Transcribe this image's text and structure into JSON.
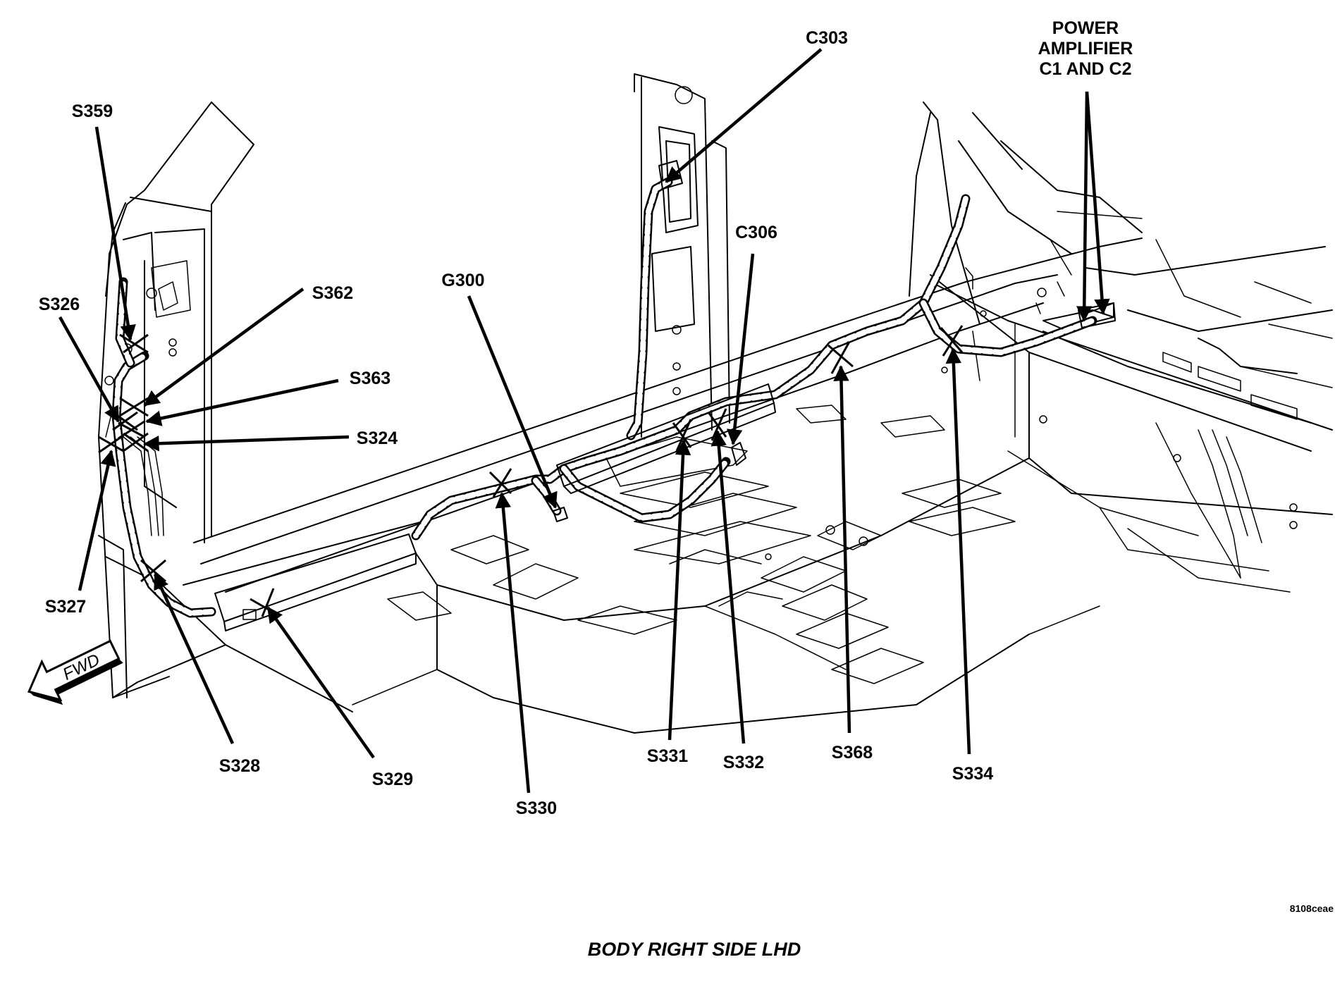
{
  "labels": {
    "C303": "C303",
    "power_amplifier": [
      "POWER",
      "AMPLIFIER",
      "C1 AND C2"
    ],
    "S359": "S359",
    "C306": "C306",
    "G300": "G300",
    "S362": "S362",
    "S326": "S326",
    "S363": "S363",
    "S324": "S324",
    "S327": "S327",
    "S328": "S328",
    "S329": "S329",
    "S330": "S330",
    "S331": "S331",
    "S332": "S332",
    "S368": "S368",
    "S334": "S334",
    "fwd": "FWD"
  },
  "figure_code": "8108ceae",
  "caption": "BODY RIGHT SIDE LHD"
}
